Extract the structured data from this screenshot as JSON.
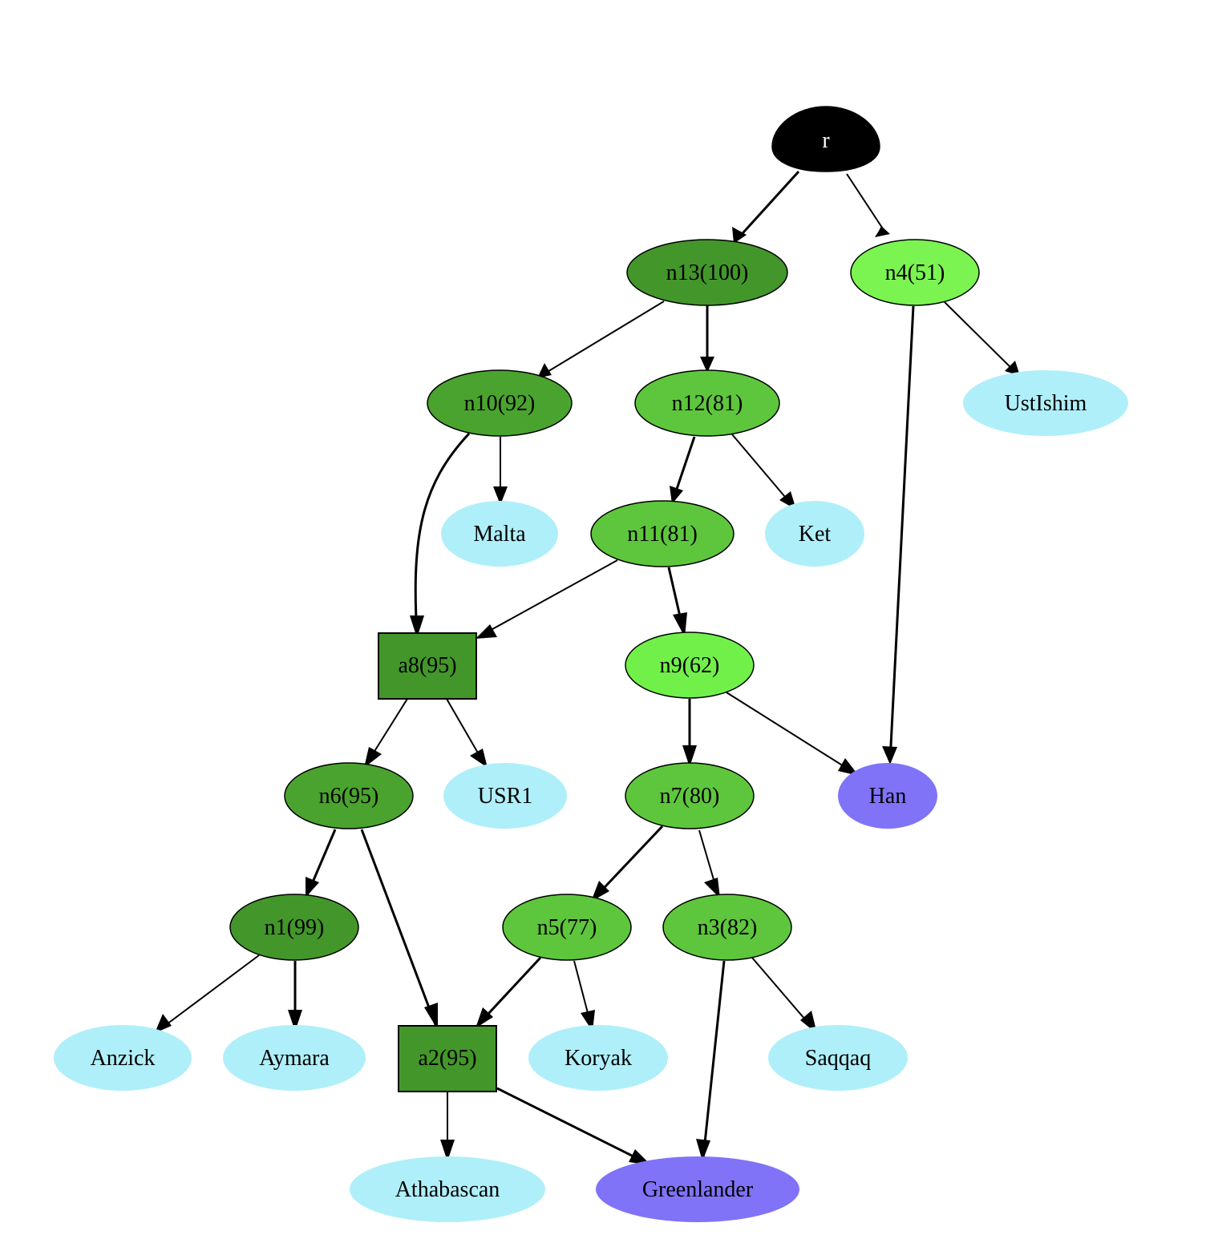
{
  "colors": {
    "root": "#000000",
    "support_100": "#43962A",
    "support_92_99": "#4AA32E",
    "support_77_82": "#5EC63C",
    "support_62": "#72F04A",
    "support_51": "#7BF452",
    "sample": "#AFEFF9",
    "admixed_target": "#8073F7"
  },
  "nodes": {
    "r": "r",
    "n13": "n13(100)",
    "n4": "n4(51)",
    "n10": "n10(92)",
    "n12": "n12(81)",
    "ustishim": "UstIshim",
    "malta": "Malta",
    "n11": "n11(81)",
    "ket": "Ket",
    "a8": "a8(95)",
    "n9": "n9(62)",
    "n6": "n6(95)",
    "usr1": "USR1",
    "n7": "n7(80)",
    "han": "Han",
    "n1": "n1(99)",
    "n5": "n5(77)",
    "n3": "n3(82)",
    "anzick": "Anzick",
    "aymara": "Aymara",
    "a2": "a2(95)",
    "koryak": "Koryak",
    "saqqaq": "Saqqaq",
    "athabascan": "Athabascan",
    "greenlander": "Greenlander"
  },
  "edges": [
    {
      "from": "r",
      "to": "n13"
    },
    {
      "from": "r",
      "to": "n4"
    },
    {
      "from": "n13",
      "to": "n10"
    },
    {
      "from": "n13",
      "to": "n12"
    },
    {
      "from": "n4",
      "to": "ustishim"
    },
    {
      "from": "n4",
      "to": "han"
    },
    {
      "from": "n10",
      "to": "malta"
    },
    {
      "from": "n10",
      "to": "a8"
    },
    {
      "from": "n12",
      "to": "n11"
    },
    {
      "from": "n12",
      "to": "ket"
    },
    {
      "from": "n11",
      "to": "a8"
    },
    {
      "from": "n11",
      "to": "n9"
    },
    {
      "from": "a8",
      "to": "n6"
    },
    {
      "from": "a8",
      "to": "usr1"
    },
    {
      "from": "n9",
      "to": "n7"
    },
    {
      "from": "n9",
      "to": "han"
    },
    {
      "from": "n6",
      "to": "n1"
    },
    {
      "from": "n6",
      "to": "a2"
    },
    {
      "from": "n7",
      "to": "n5"
    },
    {
      "from": "n7",
      "to": "n3"
    },
    {
      "from": "n1",
      "to": "anzick"
    },
    {
      "from": "n1",
      "to": "aymara"
    },
    {
      "from": "n5",
      "to": "a2"
    },
    {
      "from": "n5",
      "to": "koryak"
    },
    {
      "from": "n3",
      "to": "saqqaq"
    },
    {
      "from": "n3",
      "to": "greenlander"
    },
    {
      "from": "a2",
      "to": "athabascan"
    },
    {
      "from": "a2",
      "to": "greenlander"
    }
  ]
}
